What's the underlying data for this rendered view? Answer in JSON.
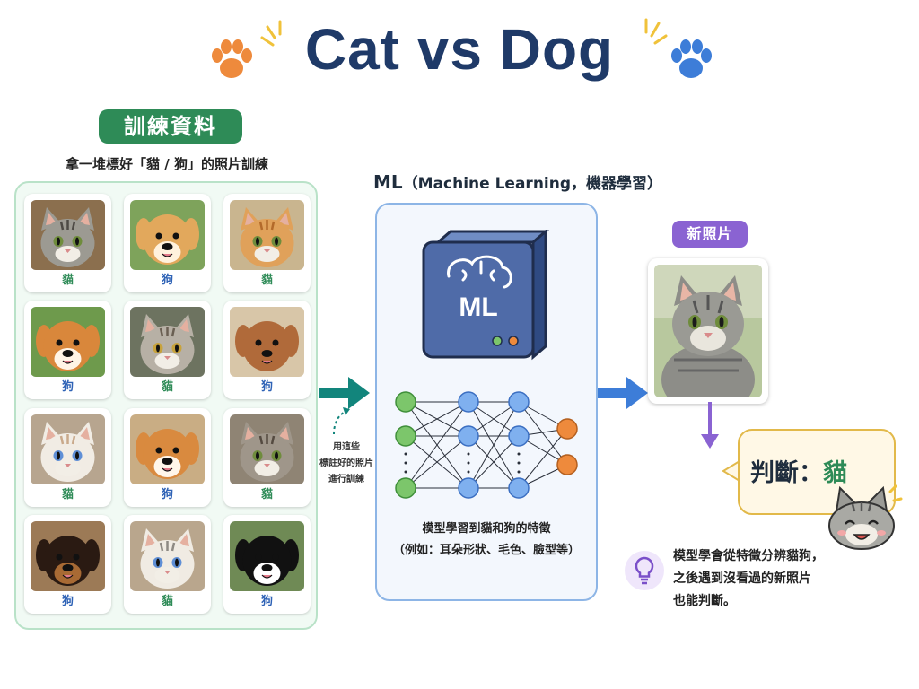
{
  "title": "Cat vs Dog",
  "training": {
    "badge": "訓練資料",
    "subtitle": "拿一堆標好「貓 / 狗」的照片訓練",
    "cards": [
      {
        "label": "貓",
        "kind": "cat"
      },
      {
        "label": "狗",
        "kind": "dog"
      },
      {
        "label": "貓",
        "kind": "cat"
      },
      {
        "label": "狗",
        "kind": "dog"
      },
      {
        "label": "貓",
        "kind": "cat"
      },
      {
        "label": "狗",
        "kind": "dog"
      },
      {
        "label": "貓",
        "kind": "cat"
      },
      {
        "label": "狗",
        "kind": "dog"
      },
      {
        "label": "貓",
        "kind": "cat"
      },
      {
        "label": "狗",
        "kind": "dog"
      },
      {
        "label": "貓",
        "kind": "cat"
      },
      {
        "label": "狗",
        "kind": "dog"
      }
    ]
  },
  "train_note": [
    "用這些",
    "標註好的照片",
    "進行訓練"
  ],
  "ml": {
    "heading_abbr": "ML",
    "heading_rest": "（Machine Learning，機器學習）",
    "chip_label": "ML",
    "caption_1": "模型學習到貓和狗的特徵",
    "caption_2": "（例如：耳朵形狀、毛色、臉型等）"
  },
  "new_photo": {
    "badge": "新照片"
  },
  "result": {
    "prefix": "判斷：",
    "answer": "貓"
  },
  "note": [
    "模型學會從特徵分辨貓狗，",
    "之後遇到沒看過的新照片",
    "也能判斷。"
  ],
  "colors": {
    "title": "#1f3a68",
    "green": "#2e8b57",
    "blue": "#2f63b6",
    "purple": "#8a63d2",
    "orange": "#ee8a3c",
    "teal_arrow": "#12857c",
    "node_green": "#7cc66b",
    "node_blue": "#7fb0ef"
  },
  "icons": [
    "orange-paw-icon",
    "blue-paw-icon",
    "brain-icon",
    "lightbulb-icon",
    "cat-face-icon"
  ]
}
